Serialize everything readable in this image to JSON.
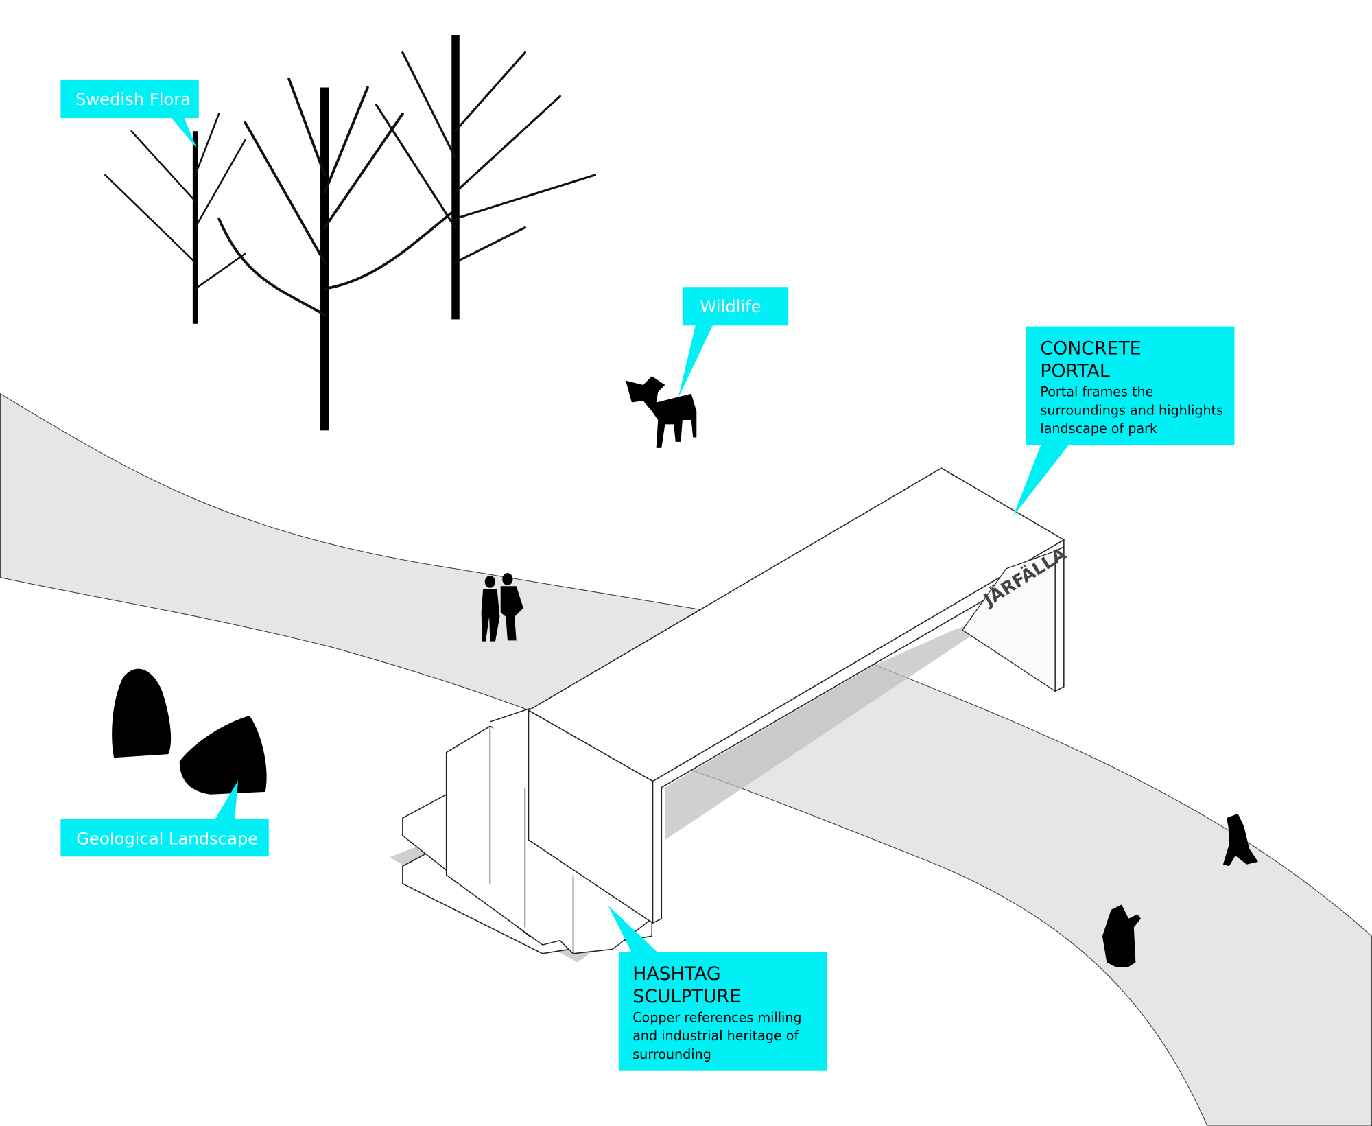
{
  "labels": {
    "swedish_flora": "Swedish Flora",
    "wildlife": "Wildlife",
    "geological_landscape": "Geological Landscape",
    "concrete_portal": {
      "title_line1": "CONCRETE",
      "title_line2": "PORTAL",
      "desc_line1": "Portal frames the",
      "desc_line2": "surroundings and highlights",
      "desc_line3": "landscape of park"
    },
    "hashtag_sculpture": {
      "title_line1": "HASHTAG",
      "title_line2": "SCULPTURE",
      "desc_line1": "Copper references milling",
      "desc_line2": "and industrial heritage of",
      "desc_line3": "surrounding"
    }
  },
  "portal_sign": "JÄRFÄLLA",
  "colors": {
    "callout": "#00f0f5",
    "path": "#e6e6e6"
  }
}
